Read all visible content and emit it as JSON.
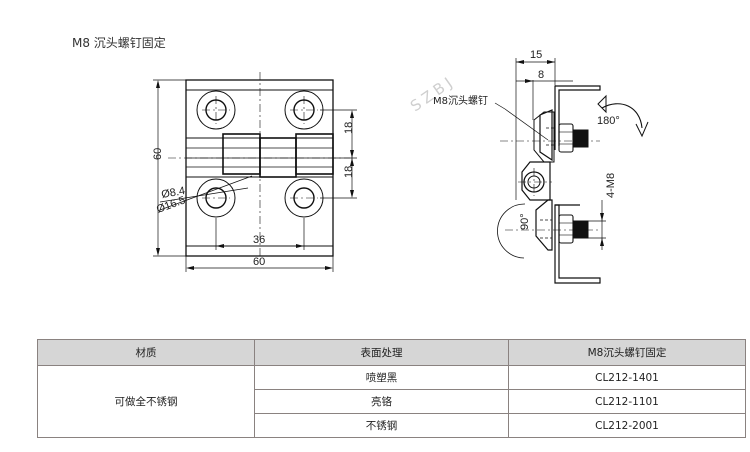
{
  "title": "M8 沉头螺钉固定",
  "watermark": "SZBJ",
  "front_view": {
    "dimensions": {
      "height_total": "60",
      "width_total": "60",
      "hole_spacing": "36",
      "offset_upper": "18",
      "offset_lower": "18",
      "hole_small_dia": "Ø8.4",
      "hole_large_dia": "Ø16.5"
    }
  },
  "side_view": {
    "dimensions": {
      "depth_total": "15",
      "depth_inner": "8",
      "thread": "4-M8",
      "rotation_angle": "180°",
      "countersink_angle": "90°"
    },
    "callout": "M8沉头螺钉"
  },
  "table": {
    "headers": [
      "材质",
      "表面处理",
      "M8沉头螺钉固定"
    ],
    "material": "可做全不锈钢",
    "rows": [
      {
        "finish": "喷塑黑",
        "code": "CL212-1401"
      },
      {
        "finish": "亮铬",
        "code": "CL212-1101"
      },
      {
        "finish": "不锈钢",
        "code": "CL212-2001"
      }
    ]
  }
}
